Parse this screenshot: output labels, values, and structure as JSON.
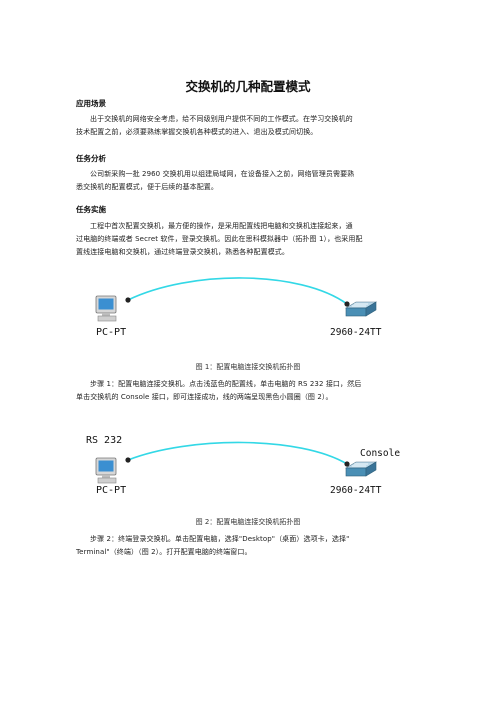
{
  "title": "交换机的几种配置模式",
  "sections": {
    "scene_heading": "应用场景",
    "scene_text_1": "出于交换机的网络安全考虑，给不同级别用户提供不同的工作模式。在学习交换机的",
    "scene_text_2": "技术配置之前，必须要熟练掌握交换机各种模式的进入、退出及模式间切换。",
    "analysis_heading": "任务分析",
    "analysis_text_1": "公司新采购一批 2960 交换机用以组建局域网，在设备接入之前，网络管理员需要熟",
    "analysis_text_2": "悉交换机的配置模式，便于后续的基本配置。",
    "impl_heading": "任务实施",
    "impl_text_1": "工程中首次配置交换机，最方便的操作，是采用配置线把电脑和交换机连接起来，通",
    "impl_text_2": "过电脑的终端或者 Secret 软件，登录交换机。因此在思科模拟器中（拓扑图 1），也采用配",
    "impl_text_3": "置线连接电脑和交换机，通过终端登录交换机，熟悉各种配置模式。"
  },
  "figure1": {
    "pc_label": "PC-PT",
    "switch_label": "2960-24TT",
    "caption": "图 1：配置电脑连接交换机拓扑图"
  },
  "step1": {
    "text_1": "步骤 1：配置电脑连接交换机。点击浅蓝色的配置线，单击电脑的 RS 232 接口，然后",
    "text_2": "单击交换机的 Console 接口，即可连接成功，线的两端呈现黑色小圆圈（图 2）。"
  },
  "figure2": {
    "pc_port_label": "RS  232",
    "switch_port_label": "Console",
    "pc_label": "PC-PT",
    "switch_label": "2960-24TT",
    "caption": "图 2：配置电脑连接交换机拓扑图"
  },
  "step2": {
    "text_1": "步骤 2：终端登录交换机。单击配置电脑，选择\"Desktop\"（桌面）选项卡，选择\"",
    "text_2": "Terminal\"（终端）（图 2）。打开配置电脑的终端窗口。"
  },
  "colors": {
    "console_cable": "#33d8e6",
    "switch_body": "#4a8fb5",
    "pc_screen": "#3b8fd1"
  }
}
